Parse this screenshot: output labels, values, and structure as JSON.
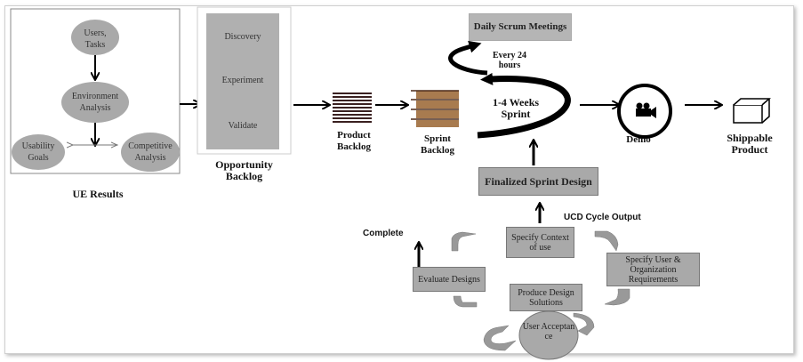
{
  "ue": {
    "nodes": [
      "Users, Tasks",
      "Environment Analysis",
      "Usability Goals",
      "Competitive Analysis"
    ],
    "label": "UE Results"
  },
  "opportunity": {
    "items": [
      "Discovery",
      "Experiment",
      "Validate"
    ],
    "label": "Opportunity Backlog"
  },
  "product_backlog": "Product Backlog",
  "sprint_backlog": "Sprint Backlog",
  "daily_scrum": "Daily Scrum Meetings",
  "every_24": "Every 24 hours",
  "sprint": "1-4 Weeks Sprint",
  "demo": "Demo",
  "shippable": "Shippable Product",
  "finalized": "Finalized Sprint Design",
  "ucd_output": "UCD Cycle Output",
  "complete": "Complete",
  "ucd": {
    "context": "Specify Context of use",
    "requirements": "Specify User & Organization Requirements",
    "produce": "Produce Design Solutions",
    "evaluate": "Evaluate Designs",
    "acceptance": "User Acceptance"
  },
  "icons": {
    "demo": "video-camera-icon",
    "product": "box-icon"
  }
}
